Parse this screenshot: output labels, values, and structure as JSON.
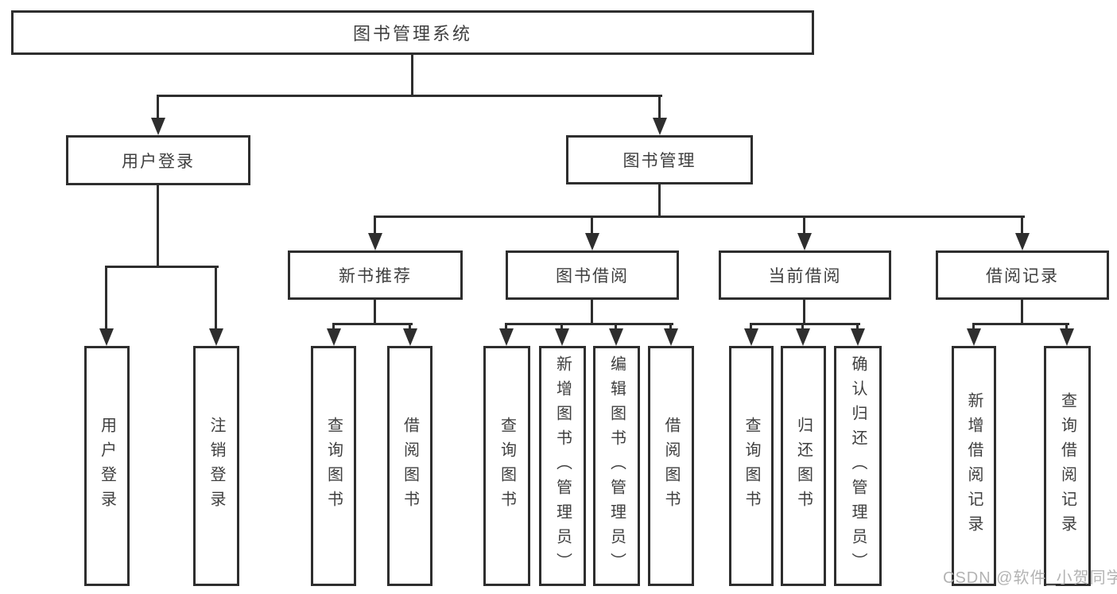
{
  "diagram": {
    "title": "图书管理系统",
    "colors": {
      "line": "#2e2e2e",
      "text": "#3f3f3f",
      "watermark": "#b3b3b3",
      "background": "#ffffff"
    },
    "nodes": {
      "root": "图书管理系统",
      "user_login": "用户登录",
      "book_mgmt": "图书管理",
      "new_books": "新书推荐",
      "book_borrow": "图书借阅",
      "current_borrow": "当前借阅",
      "borrow_records": "借阅记录",
      "login_leaf": "用户登录",
      "logout_leaf": "注销登录",
      "nb_query": "查询图书",
      "nb_borrow": "借阅图书",
      "bb_query": "查询图书",
      "bb_add": "新增图书（管理员）",
      "bb_edit": "编辑图书（管理员）",
      "bb_borrow": "借阅图书",
      "cb_query": "查询图书",
      "cb_return": "归还图书",
      "cb_confirm": "确认归还（管理员）",
      "br_add": "新增借阅记录",
      "br_query": "查询借阅记录"
    }
  },
  "watermark": {
    "text": "CSDN @软件_小贺同学"
  }
}
